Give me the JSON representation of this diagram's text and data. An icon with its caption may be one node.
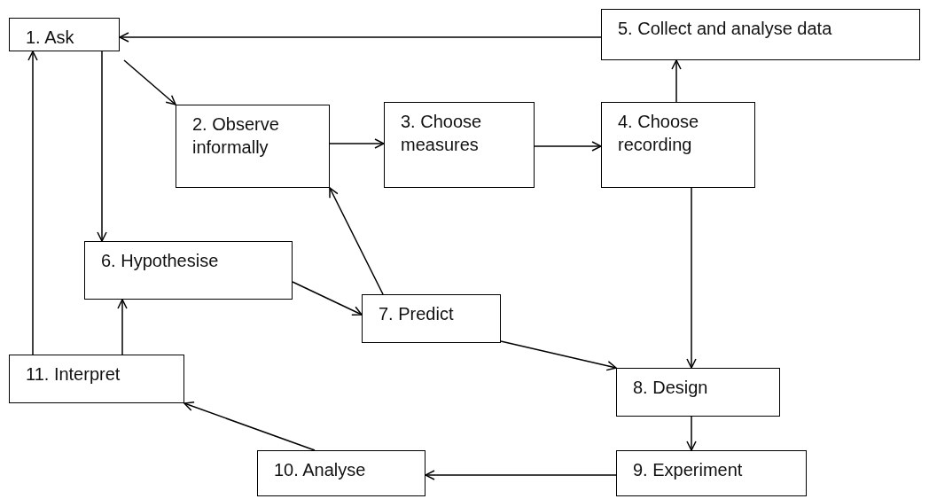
{
  "diagram": {
    "nodes": [
      {
        "text": [
          "1. Ask"
        ]
      },
      {
        "text": [
          "2. Observe informally"
        ]
      },
      {
        "text": [
          "3. Choose measures"
        ]
      },
      {
        "text": [
          "4. Choose recording"
        ]
      },
      {
        "text": [
          "5. Collect and analyse data"
        ]
      },
      {
        "text": [
          "6. Hypothesise"
        ]
      },
      {
        "text": [
          "7. Predict"
        ]
      },
      {
        "text": [
          "8. Design"
        ]
      },
      {
        "text": [
          "9. Experiment"
        ]
      },
      {
        "text": [
          "10. Analyse"
        ]
      },
      {
        "text": [
          "11. Interpret"
        ]
      }
    ],
    "edges": [
      {
        "from": 4,
        "to": 0,
        "arrow": "to"
      },
      {
        "from": 0,
        "to": 1,
        "arrow": "to"
      },
      {
        "from": 0,
        "to": 5,
        "arrow": "to"
      },
      {
        "from": 1,
        "to": 2,
        "arrow": "to"
      },
      {
        "from": 2,
        "to": 3,
        "arrow": "to"
      },
      {
        "from": 3,
        "to": 4,
        "arrow": "to"
      },
      {
        "from": 3,
        "to": 7,
        "arrow": "to"
      },
      {
        "from": 5,
        "to": 6,
        "arrow": "to"
      },
      {
        "from": 6,
        "to": 1,
        "arrow": "to"
      },
      {
        "from": 6,
        "to": 7,
        "arrow": "to"
      },
      {
        "from": 7,
        "to": 8,
        "arrow": "to"
      },
      {
        "from": 8,
        "to": 9,
        "arrow": "to"
      },
      {
        "from": 9,
        "to": 10,
        "arrow": "to"
      },
      {
        "from": 10,
        "to": 0,
        "arrow": "to"
      },
      {
        "from": 10,
        "to": 5,
        "arrow": "to"
      }
    ]
  }
}
